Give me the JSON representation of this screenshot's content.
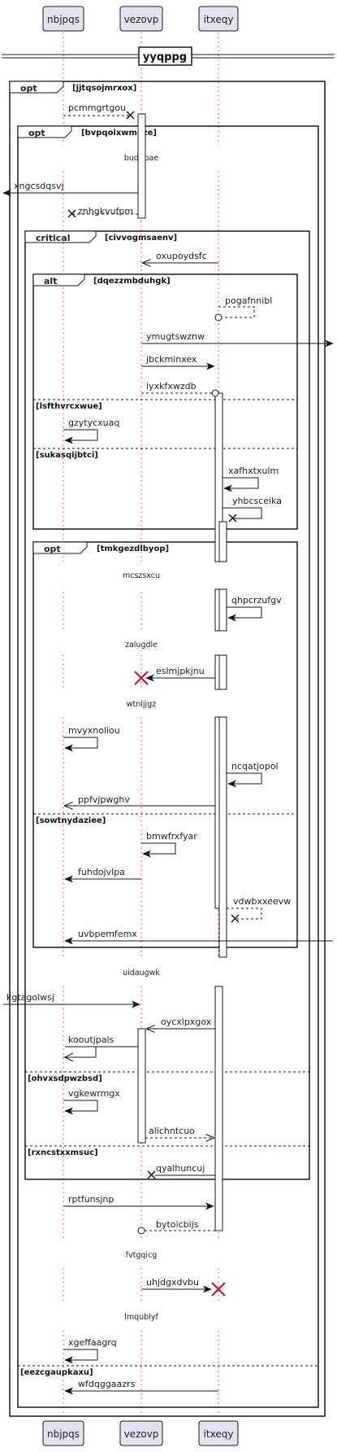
{
  "participants": [
    "nbjpqs",
    "vezovp",
    "itxeqy"
  ],
  "title": "yyqppg",
  "fragments": [
    {
      "kind": "opt",
      "guard": "[jjtqsojmrxox]"
    },
    {
      "kind": "opt",
      "guard": "[bvpqoixwmeze]"
    },
    {
      "kind": "critical",
      "guard": "[civvogmsaenv]"
    },
    {
      "kind": "alt",
      "guard": "[dqezzmbduhgk]"
    },
    {
      "kind": "opt",
      "guard": "[tmkgezdlbyop]"
    }
  ],
  "section_guards": [
    "[lsfthvrcxwue]",
    "[sukasqijbtci]",
    "[sowtnydaziee]",
    "[ohvxsdpwzbsd]",
    "[rxncstxxmsuc]",
    "[eezcgaupkaxu]"
  ],
  "delays": [
    "budjrbae",
    "mcszsxcu",
    "zalugdle",
    "wtnljjgz",
    "uidaugwk",
    "fvtgqicg",
    "lmqublyf"
  ],
  "messages": [
    "pcmmgrtgou",
    "xngcsdqsvj",
    "znhgkvufpm",
    "oxupoydsfc",
    "pogafnnibl",
    "ymugtswznw",
    "jbckminxex",
    "iyxkfxwzdb",
    "gzytycxuaq",
    "xafhxtxulm",
    "yhbcsceika",
    "qhpcrzufgv",
    "eslmjpkjnu",
    "mvyxnoliou",
    "ncqatjopol",
    "ppfvjpwghv",
    "bmwfrxfyar",
    "fuhdojvlpa",
    "vdwbxxeevw",
    "uvbpemfemx",
    "kgtagolwsj",
    "oycxlpxgox",
    "kooutjpals",
    "vgkewrmgx",
    "alichntcuo",
    "qyalhuncuj",
    "rptfunsjnp",
    "bytoicbijs",
    "uhjdgxdvbu",
    "xgeffaagrq",
    "wfdqggaazrs"
  ],
  "colors": {
    "line": "#181818",
    "lifeline": "#cc3333",
    "participant_fill": "#e2e2f0",
    "destroy": "#c0143c"
  }
}
